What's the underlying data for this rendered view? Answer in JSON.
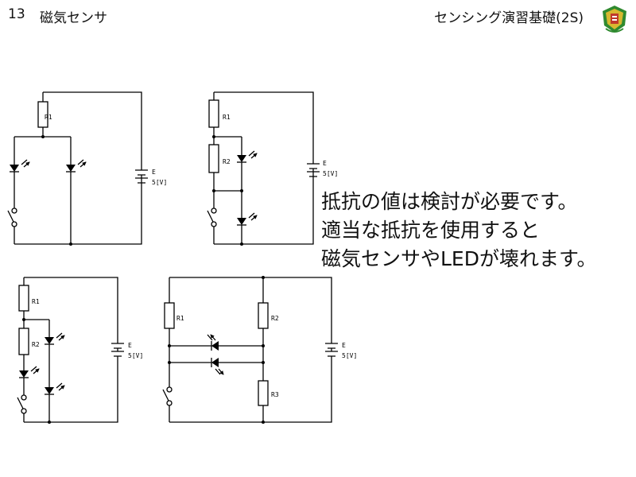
{
  "header": {
    "number": "13",
    "title": "磁気センサ",
    "course": "センシング演習基礎(2S)"
  },
  "note_lines": [
    "抵抗の値は検討が必要です。",
    "適当な抵抗を使用すると",
    "磁気センサやLEDが壊れます。"
  ],
  "circuit_labels": {
    "r1": "R1",
    "r2": "R2",
    "r3": "R3",
    "battery_name": "E",
    "battery_value": "5[V]"
  },
  "colors": {
    "line": "#000000",
    "logo_green": "#2f8a2f",
    "logo_gold": "#d8b830",
    "logo_red": "#c0392b"
  }
}
